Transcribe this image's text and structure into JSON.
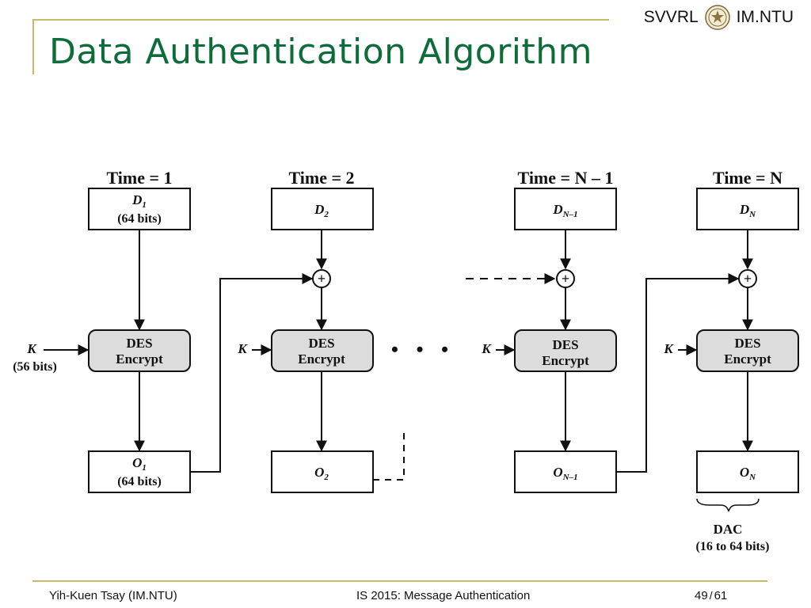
{
  "header": {
    "brand_left": "SVVRL",
    "brand_right": "IM.NTU",
    "seal_icon": "university-seal-icon"
  },
  "slide": {
    "title": "Data Authentication Algorithm"
  },
  "diagram": {
    "columns": [
      {
        "time_label": "Time = 1",
        "input_main": "D",
        "input_sub": "1",
        "input_extra": "(64 bits)",
        "key_label": "K",
        "key_extra": "(56 bits)",
        "encrypt_line1": "DES",
        "encrypt_line2": "Encrypt",
        "output_main": "O",
        "output_sub": "1",
        "output_extra": "(64 bits)"
      },
      {
        "time_label": "Time = 2",
        "input_main": "D",
        "input_sub": "2",
        "key_label": "K",
        "encrypt_line1": "DES",
        "encrypt_line2": "Encrypt",
        "output_main": "O",
        "output_sub": "2"
      },
      {
        "time_label": "Time = N – 1",
        "input_main": "D",
        "input_sub": "N–1",
        "key_label": "K",
        "encrypt_line1": "DES",
        "encrypt_line2": "Encrypt",
        "output_main": "O",
        "output_sub": "N–1"
      },
      {
        "time_label": "Time = N",
        "input_main": "D",
        "input_sub": "N",
        "key_label": "K",
        "encrypt_line1": "DES",
        "encrypt_line2": "Encrypt",
        "output_main": "O",
        "output_sub": "N"
      }
    ],
    "xor_symbol": "+",
    "ellipsis": "• • •",
    "dac_label": "DAC",
    "dac_bits": "(16 to 64 bits)"
  },
  "footer": {
    "author": "Yih-Kuen Tsay (IM.NTU)",
    "course": "IS 2015: Message Authentication",
    "page_current": "49",
    "page_total": "61"
  }
}
